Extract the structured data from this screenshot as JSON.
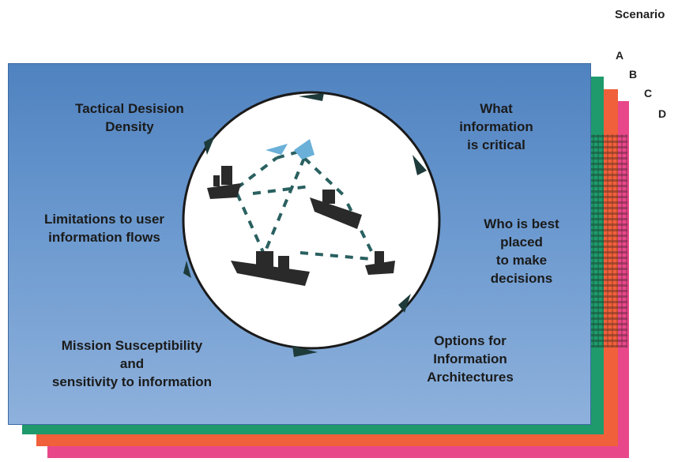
{
  "scenarios": {
    "title": "Scenario",
    "items": [
      "A",
      "B",
      "C",
      "D"
    ]
  },
  "cycle_labels": {
    "tactical": "Tactical Desision\nDensity",
    "what": "What\ninformation\nis critical",
    "who": "Who is best\nplaced\nto make\ndecisions",
    "options": "Options for\nInformation\nArchitectures",
    "mission": "Mission Susceptibility\nand\nsensitivity to information",
    "limits": "Limitations to user\ninformation flows"
  },
  "colors": {
    "layer_a": "#5a8bc8",
    "layer_b": "#1f9a6c",
    "layer_c": "#f0603a",
    "layer_d": "#e8488a",
    "circle_fill": "#ffffff",
    "circle_stroke": "#1a1a1a",
    "arrow": "#1e3b3b"
  },
  "icons": [
    "ship-icon",
    "aircraft-icon",
    "network-link-icon"
  ]
}
